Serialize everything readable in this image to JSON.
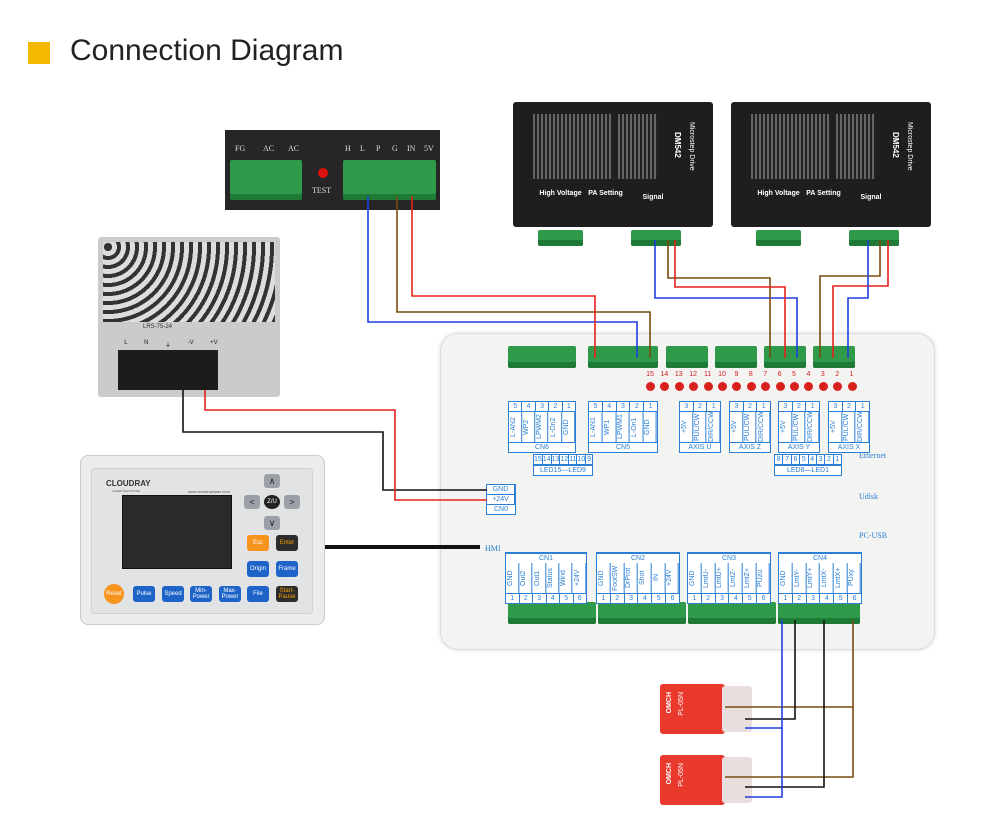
{
  "title": "Connection Diagram",
  "colors": {
    "accent": "#f5b800",
    "wire_red": "#e8201c",
    "wire_blue": "#1f3fe0",
    "wire_brown": "#7a4a10",
    "wire_black": "#111111",
    "board_label": "#2a7fd4"
  },
  "laser_psu": {
    "labels": [
      "FG",
      "AC",
      "AC",
      "H",
      "L",
      "P",
      "G",
      "IN",
      "5V"
    ],
    "test": "TEST"
  },
  "psu_24v": {
    "model": "LRS-75-24",
    "terminals": [
      "L",
      "N",
      "⏚",
      "-V",
      "+V"
    ]
  },
  "drivers": [
    {
      "model": "DM542",
      "subtitle": "Microstep Drive",
      "sections": [
        "High Voltage",
        "PA Setting",
        "Signal"
      ]
    },
    {
      "model": "DM542",
      "subtitle": "Microstep Drive",
      "sections": [
        "High Voltage",
        "PA Setting",
        "Signal"
      ]
    }
  ],
  "hmi": {
    "brand": "CLOUDRAY",
    "tagline": "LASER SOLUTIONS",
    "url": "www.cloudraylaser.com",
    "buttons": {
      "up": "∧",
      "down": "∨",
      "left": "<",
      "right": ">",
      "zu": "Z/U",
      "esc": "Esc",
      "enter": "Enter",
      "origin": "Origin",
      "frame": "Frame",
      "reset": "Reset",
      "pulse": "Pulse",
      "speed": "Speed",
      "min_power": "Min-Power",
      "max_power": "Max-Power",
      "file": "File",
      "start_pause": "Start-Pause"
    }
  },
  "board": {
    "leds": [
      "15",
      "14",
      "13",
      "12",
      "11",
      "10",
      "9",
      "8",
      "7",
      "6",
      "5",
      "4",
      "3",
      "2",
      "1"
    ],
    "top_tables": [
      {
        "name": "CN6",
        "nums": [
          "5",
          "4",
          "3",
          "2",
          "1"
        ],
        "pins": [
          "L-AN2",
          "WP2",
          "LPWM2",
          "L-On2",
          "GND"
        ]
      },
      {
        "name": "CN5",
        "nums": [
          "5",
          "4",
          "3",
          "2",
          "1"
        ],
        "pins": [
          "L-AN1",
          "WP1",
          "LPWM1",
          "L-On1",
          "GND"
        ]
      },
      {
        "name": "AXIS U",
        "nums": [
          "3",
          "2",
          "1"
        ],
        "pins": [
          "+5V",
          "PUL/CW",
          "DIR/CCW"
        ]
      },
      {
        "name": "AXIS Z",
        "nums": [
          "3",
          "2",
          "1"
        ],
        "pins": [
          "+5V",
          "PUL/CW",
          "DIR/CCW"
        ]
      },
      {
        "name": "AXIS Y",
        "nums": [
          "3",
          "2",
          "1"
        ],
        "pins": [
          "+5V",
          "PUL/CW",
          "DIR/CCW"
        ]
      },
      {
        "name": "AXIS X",
        "nums": [
          "3",
          "2",
          "1"
        ],
        "pins": [
          "+5V",
          "PUL/CW",
          "DIR/CCW"
        ]
      }
    ],
    "led_tables": [
      {
        "name": "LED15—LED9",
        "nums": [
          "15",
          "14",
          "13",
          "12",
          "11",
          "10",
          "9"
        ]
      },
      {
        "name": "LED8—LED1",
        "nums": [
          "8",
          "7",
          "6",
          "5",
          "4",
          "3",
          "2",
          "1"
        ]
      }
    ],
    "power": {
      "pins": [
        "GND",
        "+24V"
      ],
      "name": "CN0"
    },
    "bottom_tables": [
      {
        "name": "CN1",
        "nums": [
          "1",
          "2",
          "3",
          "4",
          "5",
          "6"
        ],
        "pins": [
          "GND",
          "Out2",
          "Out1",
          "Status",
          "Wind",
          "+24V"
        ]
      },
      {
        "name": "CN2",
        "nums": [
          "1",
          "2",
          "3",
          "4",
          "5",
          "6"
        ],
        "pins": [
          "GND",
          "FootSW",
          "DrProt",
          "Shot",
          "IN",
          "+24V"
        ]
      },
      {
        "name": "CN3",
        "nums": [
          "1",
          "2",
          "3",
          "4",
          "5",
          "6"
        ],
        "pins": [
          "GND",
          "LmtU-",
          "LmtU+",
          "LmtZ-",
          "LmtZ+",
          "PUzu"
        ]
      },
      {
        "name": "CN4",
        "nums": [
          "1",
          "2",
          "3",
          "4",
          "5",
          "6"
        ],
        "pins": [
          "GND",
          "LmtY-",
          "LmtY+",
          "LmtX-",
          "LmtX+",
          "PUxy"
        ]
      }
    ],
    "ports": {
      "ethernet": "Ethernet",
      "udisk": "Udisk",
      "pc_usb": "PC-USB",
      "hmi": "HMI"
    }
  },
  "limit_switches": [
    {
      "brand": "OMCH",
      "model": "PL-05N"
    },
    {
      "brand": "OMCH",
      "model": "PL-05N"
    }
  ]
}
